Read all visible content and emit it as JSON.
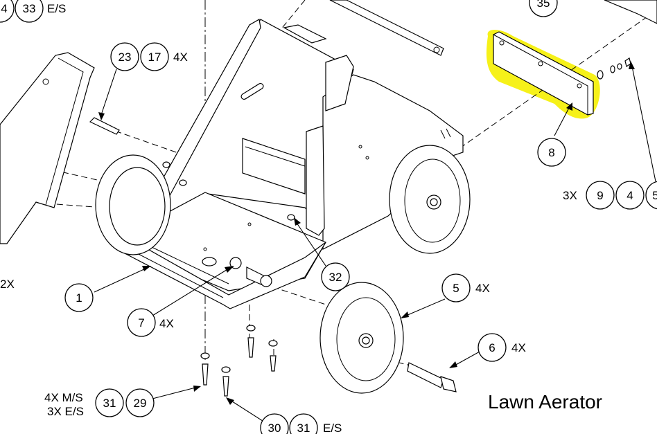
{
  "title": "Lawn Aerator",
  "highlight_color": "#f5f000",
  "callouts": [
    {
      "id": "c33",
      "num": "33"
    },
    {
      "id": "c4top",
      "num": "4"
    },
    {
      "id": "c35",
      "num": "35"
    },
    {
      "id": "c23",
      "num": "23"
    },
    {
      "id": "c17",
      "num": "17"
    },
    {
      "id": "c8",
      "num": "8"
    },
    {
      "id": "c9",
      "num": "9"
    },
    {
      "id": "c4r",
      "num": "4"
    },
    {
      "id": "c5r",
      "num": "5"
    },
    {
      "id": "c1",
      "num": "1"
    },
    {
      "id": "c32",
      "num": "32"
    },
    {
      "id": "c7",
      "num": "7"
    },
    {
      "id": "c5",
      "num": "5"
    },
    {
      "id": "c6",
      "num": "6"
    },
    {
      "id": "c31a",
      "num": "31"
    },
    {
      "id": "c29",
      "num": "29"
    },
    {
      "id": "c30",
      "num": "30"
    },
    {
      "id": "c31b",
      "num": "31"
    }
  ],
  "labels": {
    "es_top": "E/S",
    "qty_4x_23": "4X",
    "qty_3x_9": "3X",
    "qty_2x": "2X",
    "qty_4x_7": "4X",
    "qty_4x_5": "4X",
    "qty_4x_6": "4X",
    "qty_4x_ms": "4X M/S",
    "qty_3x_es": "3X E/S",
    "es_bottom": "E/S"
  }
}
